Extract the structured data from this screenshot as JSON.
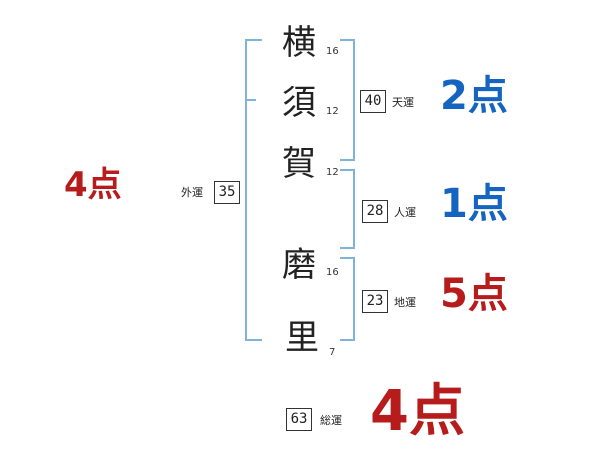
{
  "name_chars": [
    {
      "char": "横",
      "strokes": "16"
    },
    {
      "char": "須",
      "strokes": "12"
    },
    {
      "char": "賀",
      "strokes": "12"
    },
    {
      "char": "磨",
      "strokes": "16"
    },
    {
      "char": "里",
      "strokes": "7"
    }
  ],
  "kakusu": {
    "gaikaku": {
      "label": "外運",
      "value": "35"
    },
    "tenkaku": {
      "label": "天運",
      "value": "40"
    },
    "jinkaku": {
      "label": "人運",
      "value": "28"
    },
    "chikaku": {
      "label": "地運",
      "value": "23"
    },
    "soukaku": {
      "label": "総運",
      "value": "63"
    }
  },
  "scores": {
    "gaikaku": "4点",
    "tenkaku": "2点",
    "jinkaku": "1点",
    "chikaku": "5点",
    "soukaku": "4点"
  },
  "colors": {
    "bracket": "#7fb3d9",
    "good_score": "#b71c1c",
    "bad_score": "#1565c0"
  }
}
